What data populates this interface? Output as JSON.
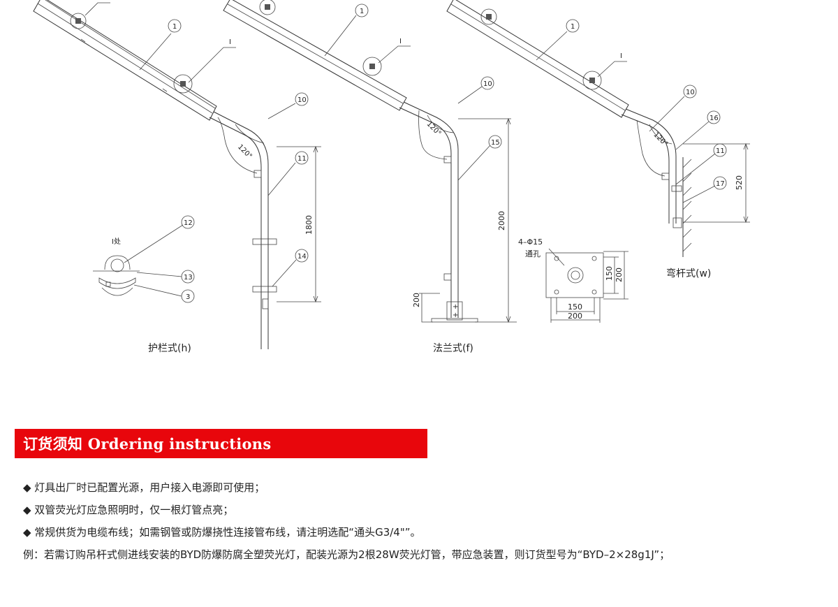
{
  "diagram": {
    "captions": {
      "h": "护栏式(h)",
      "f": "法兰式(f)",
      "w": "弯杆式(w)"
    },
    "detail_label": "Ⅰ处",
    "roman_label": "Ⅰ",
    "angle_label": "120°",
    "callouts": {
      "c1": "1",
      "c3": "3",
      "c10": "10",
      "c11": "11",
      "c12": "12",
      "c13": "13",
      "c14": "14",
      "c15": "15",
      "c16": "16",
      "c17": "17"
    },
    "dimensions": {
      "h_height": "1800",
      "f_height": "2000",
      "f_base": "200",
      "w_height": "520",
      "flange_inner": "150",
      "flange_outer": "200",
      "flange_v_inner": "150",
      "flange_v_outer": "200"
    },
    "hole_note": [
      "4–Φ15",
      "通孔"
    ]
  },
  "ordering": {
    "title": "订货须知  Ordering instructions",
    "items": [
      "◆ 灯具出厂时已配置光源，用户接入电源即可使用；",
      "◆ 双管荧光灯应急照明时，仅一根灯管点亮；",
      "◆ 常规供货为电缆布线；如需钢管或防爆挠性连接管布线，请注明选配“通头G3/4\"”。",
      "例：若需订购吊杆式侧进线安装的BYD防爆防腐全塑荧光灯，配装光源为2根28W荧光灯管，带应急装置，则订货型号为“BYD–2×28g1J”；"
    ]
  },
  "colors": {
    "banner": "#e8060c",
    "text": "#222222"
  }
}
